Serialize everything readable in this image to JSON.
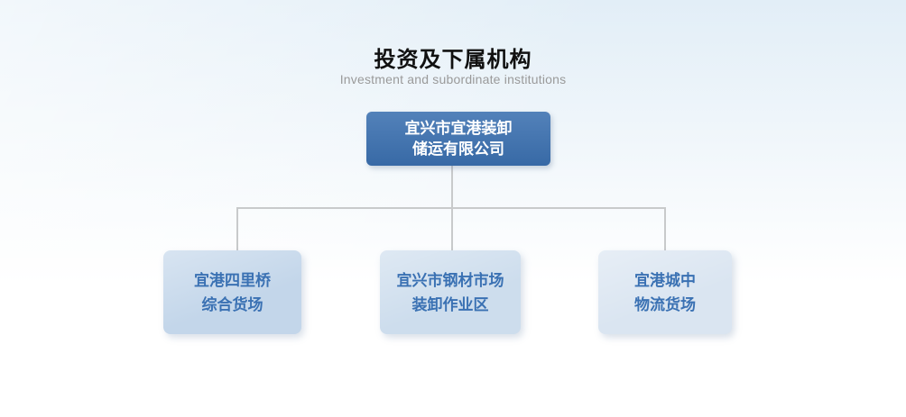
{
  "header": {
    "title": "投资及下属机构",
    "subtitle": "Investment and subordinate institutions"
  },
  "org_chart": {
    "root": {
      "line1": "宜兴市宜港装卸",
      "line2": "储运有限公司"
    },
    "children": [
      {
        "line1": "宜港四里桥",
        "line2": "综合货场"
      },
      {
        "line1": "宜兴市钢材市场",
        "line2": "装卸作业区"
      },
      {
        "line1": "宜港城中",
        "line2": "物流货场"
      }
    ]
  },
  "colors": {
    "title": "#111111",
    "subtitle": "#9a9a9a",
    "root_box": "#3b70b0",
    "root_text": "#ffffff",
    "child_text": "#3a71b3",
    "child_box_1": "#c3d6ea",
    "child_box_2": "#cddded",
    "child_box_3": "#dae5f1",
    "connector": "#c8cacb"
  }
}
